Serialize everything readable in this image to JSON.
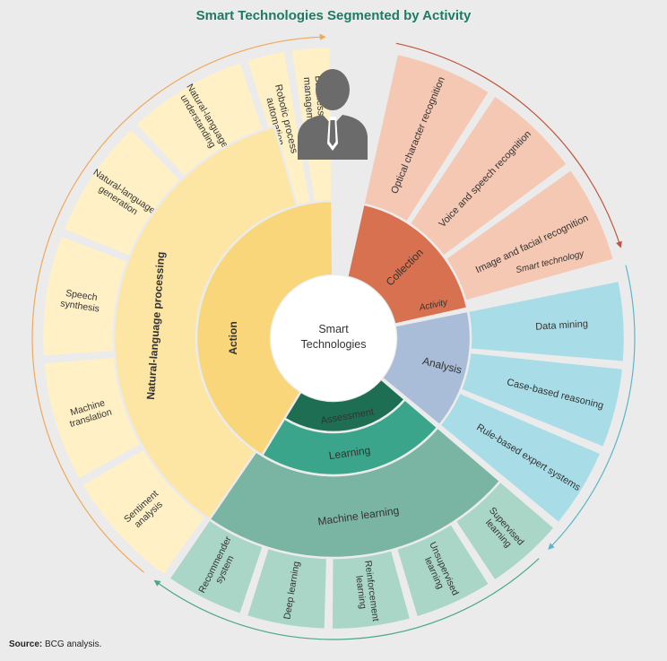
{
  "title": "Smart Technologies Segmented by Activity",
  "source": {
    "label": "Source:",
    "text": "BCG analysis."
  },
  "center": {
    "line1": "Smart",
    "line2": "Technologies"
  },
  "ring_labels": {
    "activity": "Activity",
    "smart_technology": "Smart technology"
  },
  "colors": {
    "collection_dark": "#d8714f",
    "collection_light": "#f5c8b3",
    "analysis_dark": "#a9bcd8",
    "analysis_light": "#a8dde8",
    "assessment": "#1e6e54",
    "learning_dark": "#3aa58a",
    "learning_mid": "#7ab4a2",
    "learning_light": "#a9d6c6",
    "action_dark": "#f9d67a",
    "action_mid": "#fde5a4",
    "action_light": "#fff1c5",
    "arrow_collection": "#c0573c",
    "arrow_analysis": "#5bb6c8",
    "arrow_learning": "#4aa88b",
    "arrow_action": "#f0a85a"
  },
  "activities": [
    {
      "name": "Collection",
      "technologies": [
        "Optical character recognition",
        "Voice and speech recognition",
        "Image and facial recognition"
      ]
    },
    {
      "name": "Analysis",
      "technologies": [
        "Data mining",
        "Case-based reasoning",
        "Rule-based expert systems"
      ]
    },
    {
      "name": "Assessment",
      "technologies": []
    },
    {
      "name": "Learning",
      "group": "Machine learning",
      "technologies": [
        "Supervised learning",
        "Unsupervised learning",
        "Reinforcement learning",
        "Deep learning",
        "Recommender system"
      ]
    },
    {
      "name": "Action",
      "technologies": [
        "Robotic process automation",
        "Business process management tool"
      ],
      "group": "Natural-language processing",
      "group_technologies": [
        "Sentiment analysis",
        "Machine translation",
        "Speech synthesis",
        "Natural-language generation",
        "Natural-language understanding"
      ]
    }
  ]
}
